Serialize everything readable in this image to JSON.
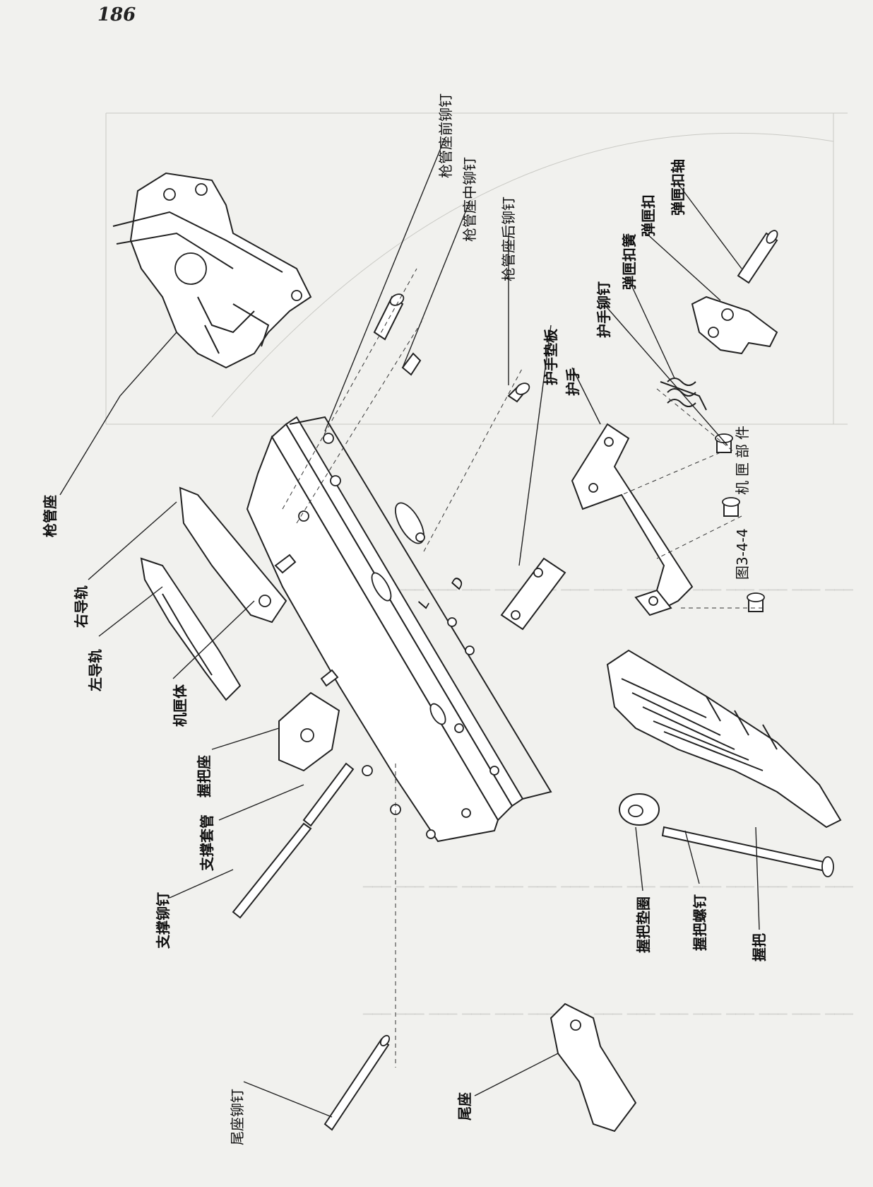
{
  "page": {
    "number": "186"
  },
  "figure": {
    "caption_number": "图3-4-4",
    "caption_title": "机匣部件",
    "selector_marks": [
      "L",
      "D"
    ],
    "labels": {
      "barrel_seat": "枪管座",
      "barrel_front_rivet": "枪管座前铆钉",
      "barrel_middle_rivet": "枪管座中铆钉",
      "barrel_rear_rivet": "枪管座后铆钉",
      "handguard_plate": "护手垫板",
      "handguard": "护手",
      "handguard_rivet": "护手铆钉",
      "mag_catch_spring": "弹匣扣簧",
      "mag_catch": "弹匣扣",
      "mag_catch_pin": "弹匣扣轴",
      "right_rail": "右导轨",
      "left_rail": "左导轨",
      "receiver_body": "机匣体",
      "grip_seat": "握把座",
      "support_sleeve": "支撑套管",
      "support_rivet": "支撑铆钉",
      "grip_washer": "握把垫圈",
      "grip_screw": "握把螺钉",
      "grip": "握把",
      "tail_seat": "尾座",
      "tail_rivet": "尾座铆钉"
    }
  }
}
